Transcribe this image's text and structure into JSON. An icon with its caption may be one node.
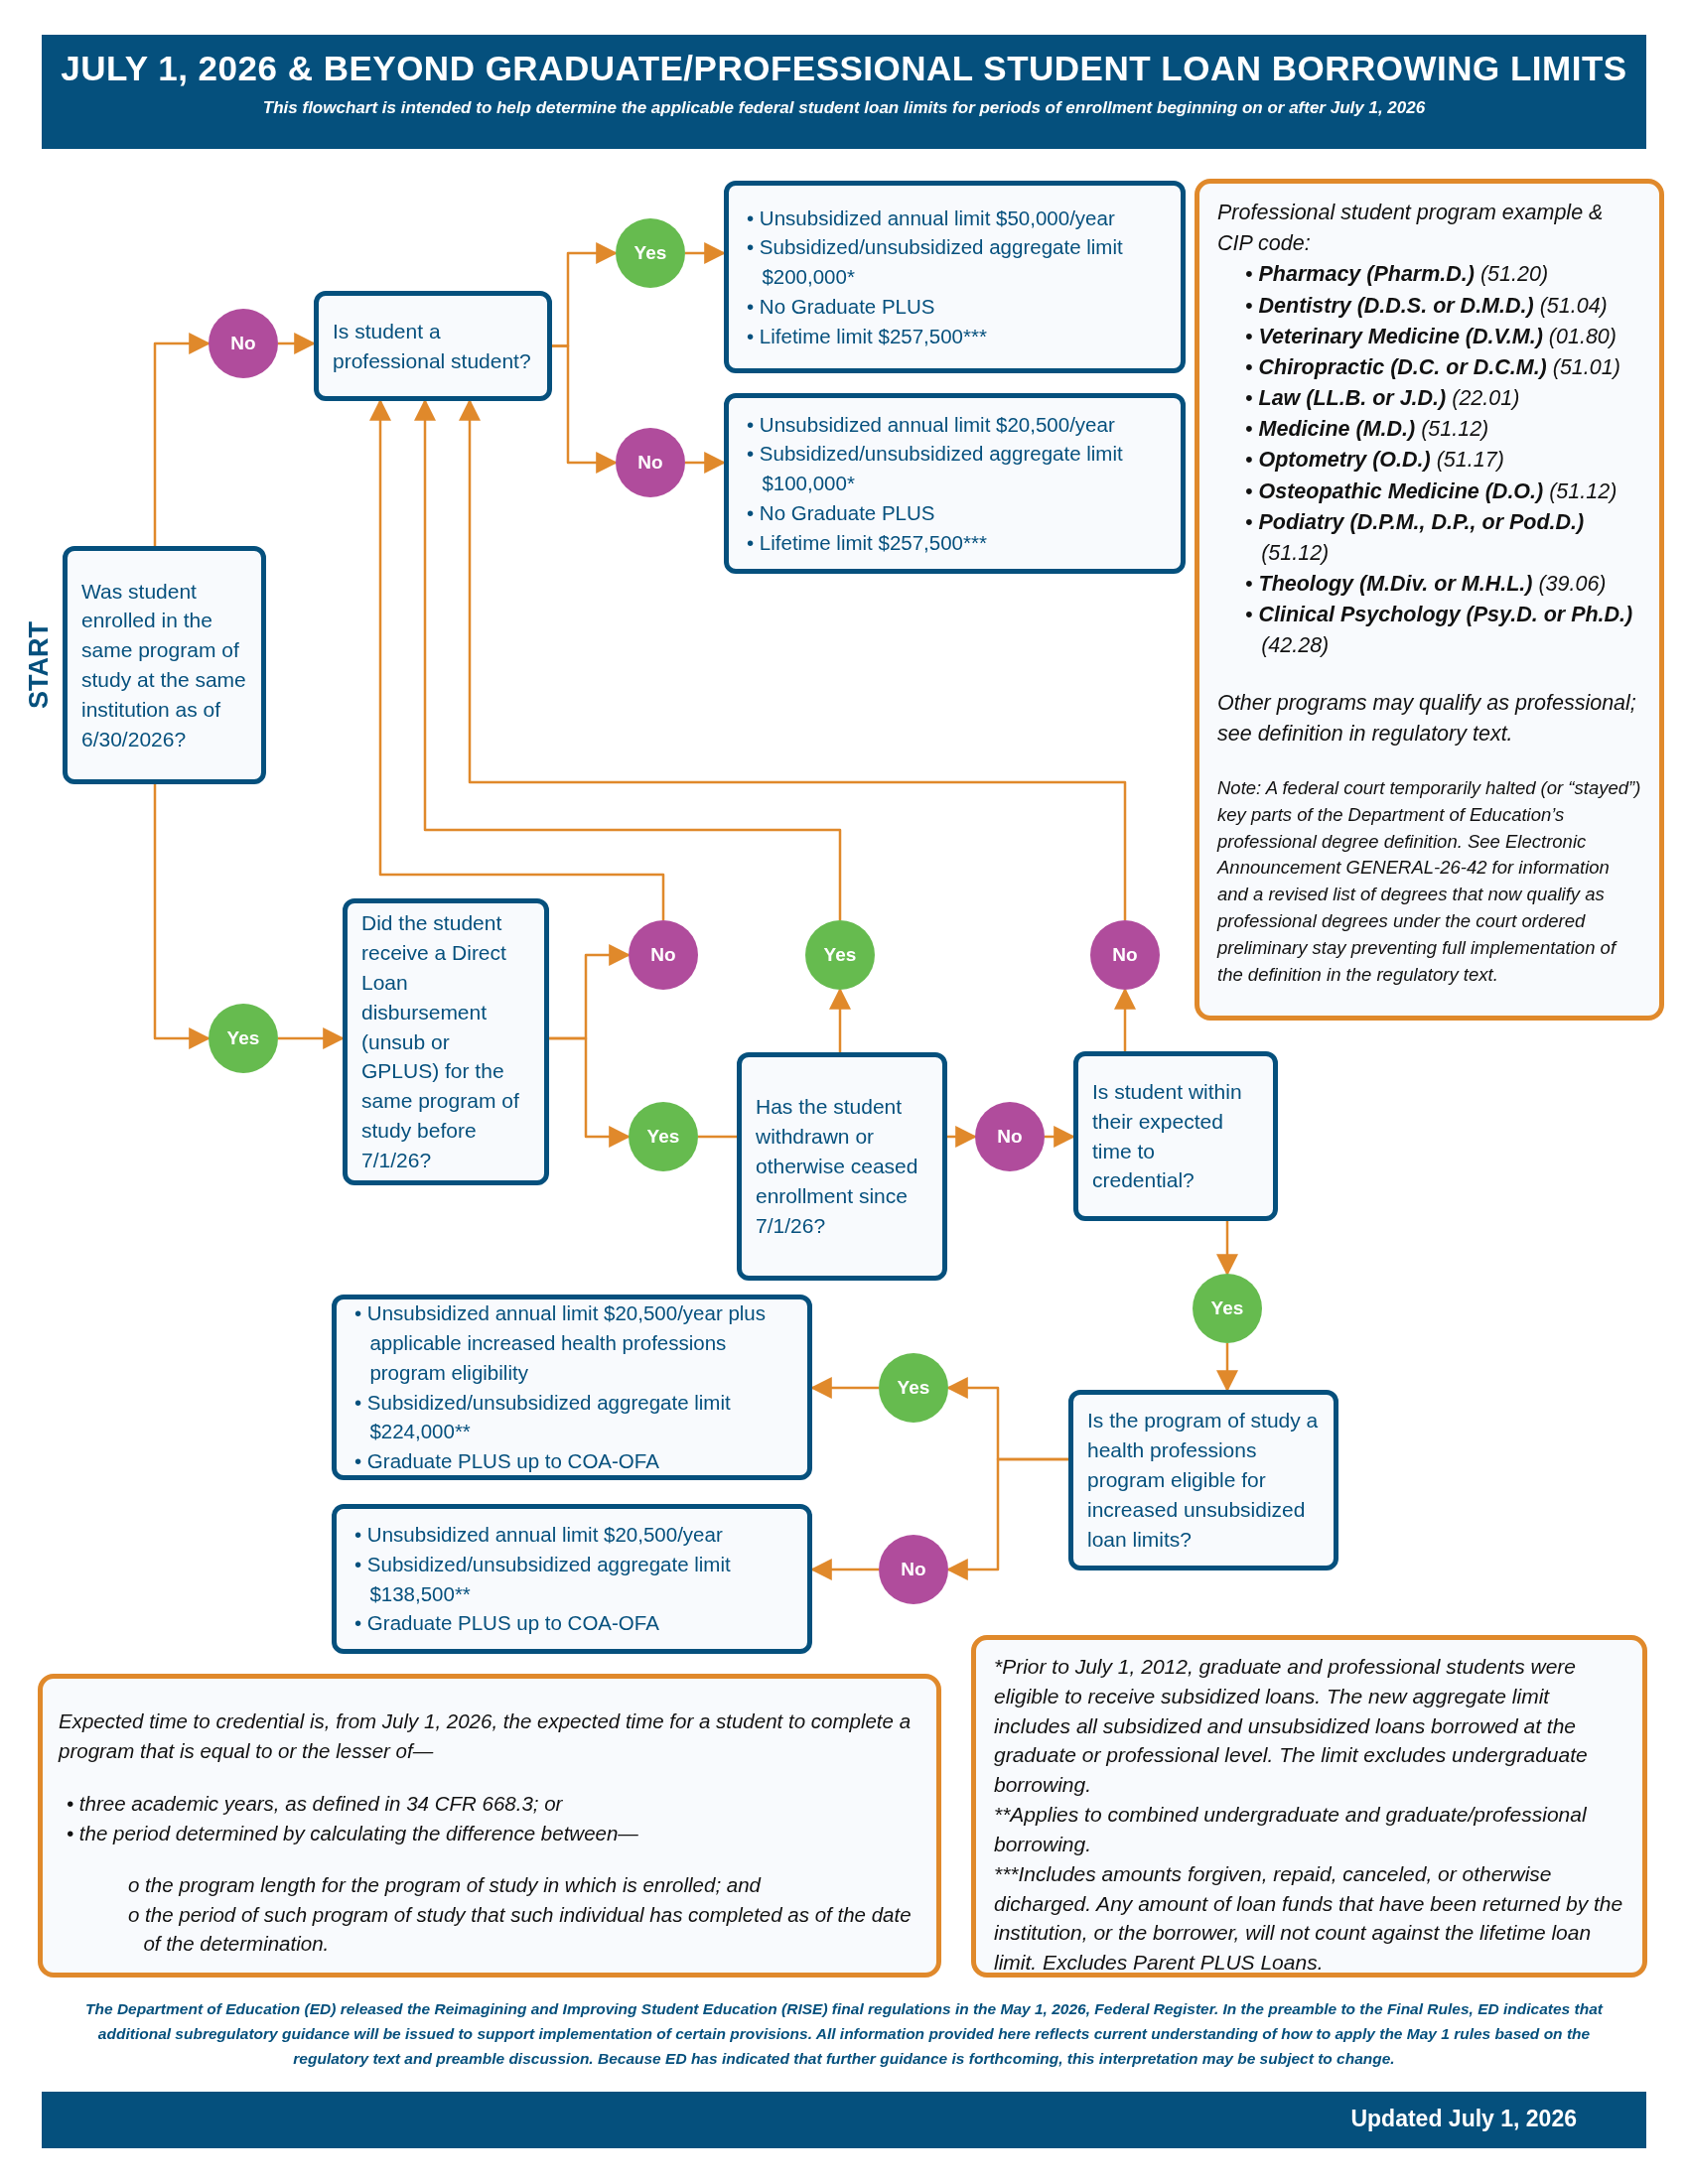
{
  "diagram": {
    "title": "JULY 1, 2026 & BEYOND GRADUATE/PROFESSIONAL STUDENT LOAN BORROWING LIMITS",
    "nodes": [
      {
        "text": [
          "Was student enrolled in the same program of study at the same institution as of 6/30/2026?"
        ],
        "beside": [
          "START"
        ]
      },
      {
        "text": [
          "No"
        ]
      },
      {
        "text": [
          "Is student a professional student?"
        ]
      },
      {
        "text": [
          "Yes"
        ]
      },
      {
        "text": [
          "No"
        ]
      },
      {
        "text": [
          "• Unsubsidized annual limit $50,000/year",
          "• Subsidized/unsubsidized aggregate limit $200,000*",
          "• No Graduate PLUS",
          "• Lifetime limit $257,500***"
        ]
      },
      {
        "text": [
          "• Unsubsidized annual limit $20,500/year",
          "• Subsidized/unsubsidized aggregate limit $100,000*",
          "• No Graduate PLUS",
          "• Lifetime limit $257,500***"
        ]
      },
      {
        "text": [
          "Professional student program example & CIP code:",
          "• **Pharmacy (Pharm.D.)** (51.20)",
          "• **Dentistry (D.D.S. or D.M.D.)** (51.04)",
          "• **Veterinary Medicine (D.V.M.)** (01.80)",
          "• **Chiropractic (D.C. or D.C.M.)** (51.01)",
          "• **Law (LL.B. or J.D.)** (22.01)",
          "• **Medicine (M.D.)** (51.12)",
          "• **Optometry (O.D.)** (51.17)",
          "• **Osteopathic Medicine (D.O.)** (51.12)",
          "• **Podiatry (D.P.M., D.P., or Pod.D.)** (51.12)",
          "• **Theology (M.Div. or M.H.L.)** (39.06)",
          "• **Clinical Psychology (Psy.D. or Ph.D.)** (42.28)",
          "Other programs may qualify as professional; see definition in regulatory text.",
          "Note: A federal court temporarily halted (or “stayed”) key parts of the Department of Education’s professional degree definition. See Electronic Announcement GENERAL-26-42 for information and a revised list of degrees that now qualify as professional degrees under the court ordered preliminary stay preventing full implementation of the definition in the regulatory text."
        ]
      },
      {
        "text": [
          "Yes"
        ]
      },
      {
        "text": [
          "Did the student receive a Direct Loan disbursement (unsub or GPLUS) for the same program of study before 7/1/26?"
        ]
      },
      {
        "text": [
          "No"
        ]
      },
      {
        "text": [
          "Yes"
        ]
      },
      {
        "text": [
          "Has the student withdrawn or otherwise ceased enrollment since 7/1/26?"
        ]
      },
      {
        "text": [
          "Yes"
        ]
      },
      {
        "text": [
          "No"
        ]
      },
      {
        "text": [
          "Is student within their expected time to credential?"
        ]
      },
      {
        "text": [
          "No"
        ]
      },
      {
        "text": [
          "Yes"
        ]
      },
      {
        "text": [
          "Is the program of study a health professions program eligible for increased unsubsidized loan limits?"
        ]
      },
      {
        "text": [
          "Yes"
        ]
      },
      {
        "text": [
          "No"
        ]
      },
      {
        "text": [
          "• Unsubsidized annual limit $20,500/year plus applicable increased health professions program eligibility",
          "• Subsidized/unsubsidized aggregate limit $224,000**",
          "• Graduate PLUS up to COA-OFA"
        ]
      },
      {
        "text": [
          "• Unsubsidized annual limit $20,500/year",
          "• Subsidized/unsubsidized aggregate limit $138,500**",
          "• Graduate PLUS up to COA-OFA"
        ]
      },
      {
        "text": [
          "Expected time to credential is, from July 1, 2026, the expected time for a student to complete a program that is equal to or the lesser of—",
          "• three academic years, as defined in 34 CFR 668.3; or",
          "• the period determined by calculating the difference between—",
          "o the program length for the program of study in which is enrolled; and",
          "o the period of such program of study that such individual has completed as of the date of the determination."
        ]
      },
      {
        "text": [
          "*Prior to July 1, 2012, graduate and professional students were eligible to receive subsidized loans. The new aggregate limit includes all subsidized and unsubsidized loans borrowed at the graduate or professional level. The limit excludes undergraduate borrowing.",
          "**Applies to combined undergraduate and graduate/professional borrowing.",
          "***Includes amounts forgiven, repaid, canceled, or otherwise dicharged. Any amount of loan funds that have been returned by the institution, or the borrower, will not count against the lifetime loan limit. Excludes Parent PLUS Loans."
        ]
      }
    ],
    "edges": [
      {
        "from": 0,
        "to": 1,
        "arrow": "to"
      },
      {
        "from": 1,
        "to": 2,
        "arrow": "to"
      },
      {
        "from": 2,
        "to": 3,
        "arrow": "to"
      },
      {
        "from": 2,
        "to": 4,
        "arrow": "to"
      },
      {
        "from": 3,
        "to": 5,
        "arrow": "to"
      },
      {
        "from": 4,
        "to": 6,
        "arrow": "to"
      },
      {
        "from": 0,
        "to": 8,
        "arrow": "to"
      },
      {
        "from": 8,
        "to": 9,
        "arrow": "to"
      },
      {
        "from": 9,
        "to": 10,
        "arrow": "to"
      },
      {
        "from": 9,
        "to": 11,
        "arrow": "to"
      },
      {
        "from": 10,
        "to": 2,
        "arrow": "to"
      },
      {
        "from": 11,
        "to": 12,
        "arrow": "none"
      },
      {
        "from": 12,
        "to": 13,
        "arrow": "to"
      },
      {
        "from": 13,
        "to": 2,
        "arrow": "to"
      },
      {
        "from": 12,
        "to": 14,
        "arrow": "to"
      },
      {
        "from": 14,
        "to": 15,
        "arrow": "to"
      },
      {
        "from": 15,
        "to": 16,
        "arrow": "to"
      },
      {
        "from": 16,
        "to": 2,
        "arrow": "to"
      },
      {
        "from": 15,
        "to": 17,
        "arrow": "to"
      },
      {
        "from": 17,
        "to": 18,
        "arrow": "to"
      },
      {
        "from": 18,
        "to": 19,
        "arrow": "to"
      },
      {
        "from": 18,
        "to": 20,
        "arrow": "to"
      },
      {
        "from": 19,
        "to": 21,
        "arrow": "to"
      },
      {
        "from": 20,
        "to": 22,
        "arrow": "to"
      }
    ],
    "labels": [
      "This flowchart is intended to help determine the applicable federal student loan limits for periods of enrollment beginning on or after July 1, 2026",
      "The Department of Education (ED) released the Reimagining and Improving Student Education (RISE) final regulations in the May 1, 2026, Federal Register. In the preamble to the Final Rules, ED indicates that additional subregulatory guidance will be issued to support implementation of certain provisions. All information provided here reflects current understanding of how to apply the May 1 rules based on the regulatory text and preamble discussion. Because ED has indicated that further guidance is forthcoming, this interpretation may be subject to change.",
      "Updated July 1, 2026"
    ]
  }
}
